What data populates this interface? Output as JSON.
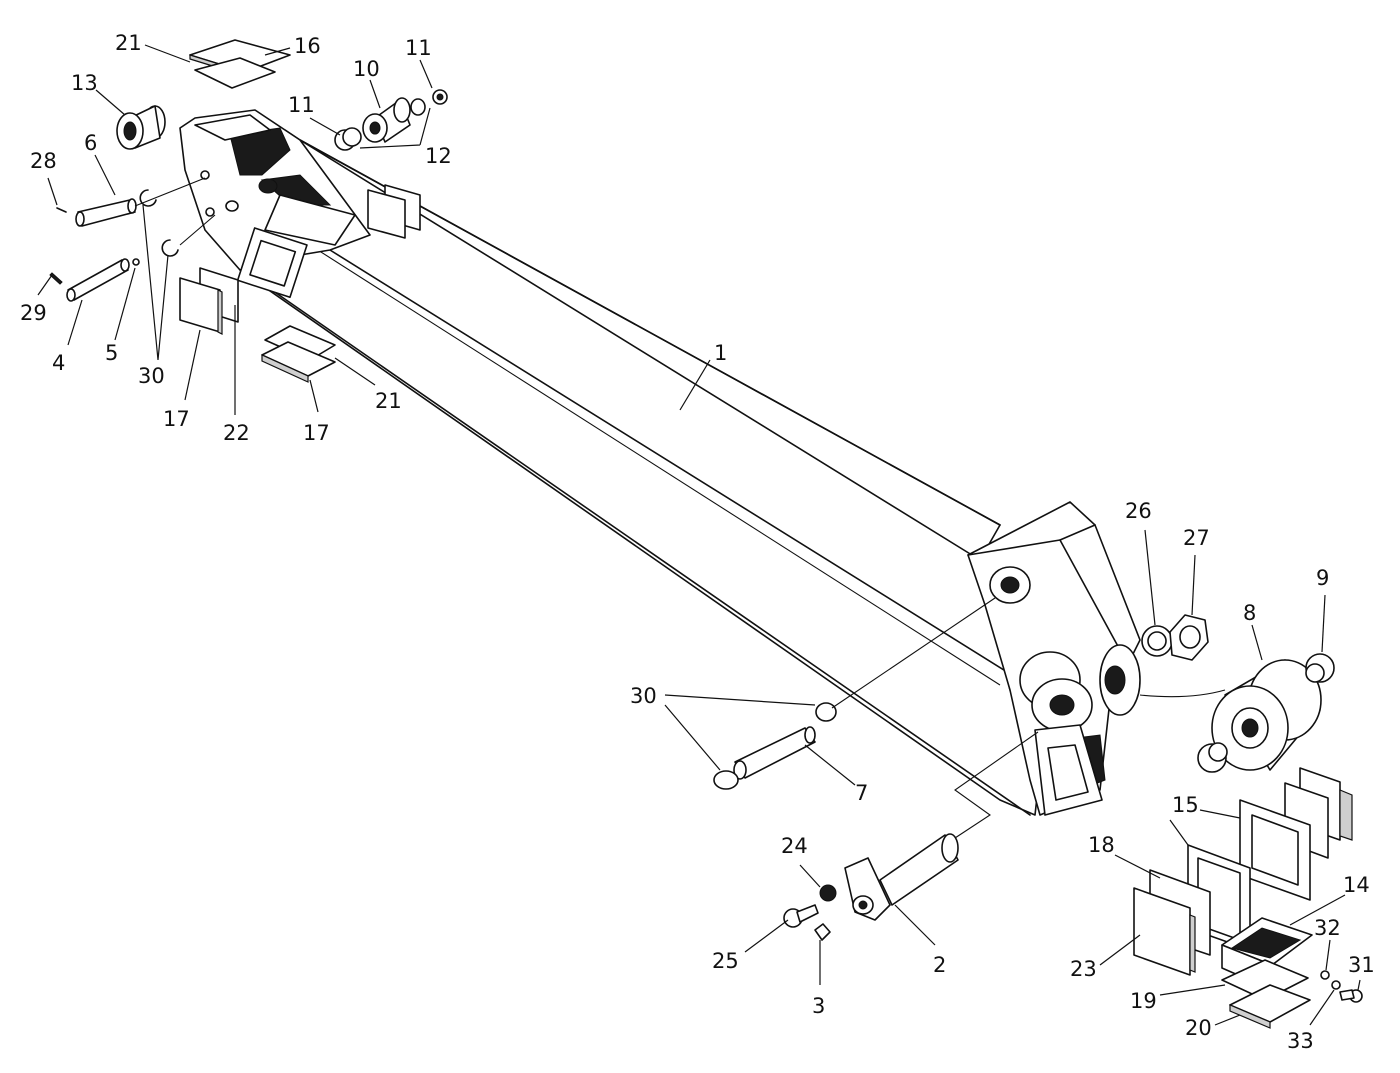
{
  "callouts": {
    "c1": "1",
    "c2": "2",
    "c3": "3",
    "c4": "4",
    "c5": "5",
    "c6": "6",
    "c7": "7",
    "c8": "8",
    "c9": "9",
    "c10": "10",
    "c11a": "11",
    "c11b": "11",
    "c12": "12",
    "c13": "13",
    "c14": "14",
    "c15": "15",
    "c16": "16",
    "c17a": "17",
    "c17b": "17",
    "c18": "18",
    "c19": "19",
    "c20": "20",
    "c21a": "21",
    "c21b": "21",
    "c22": "22",
    "c23": "23",
    "c24": "24",
    "c25": "25",
    "c26": "26",
    "c27": "27",
    "c28": "28",
    "c29": "29",
    "c30a": "30",
    "c30b": "30",
    "c31": "31",
    "c32": "32",
    "c33": "33"
  }
}
